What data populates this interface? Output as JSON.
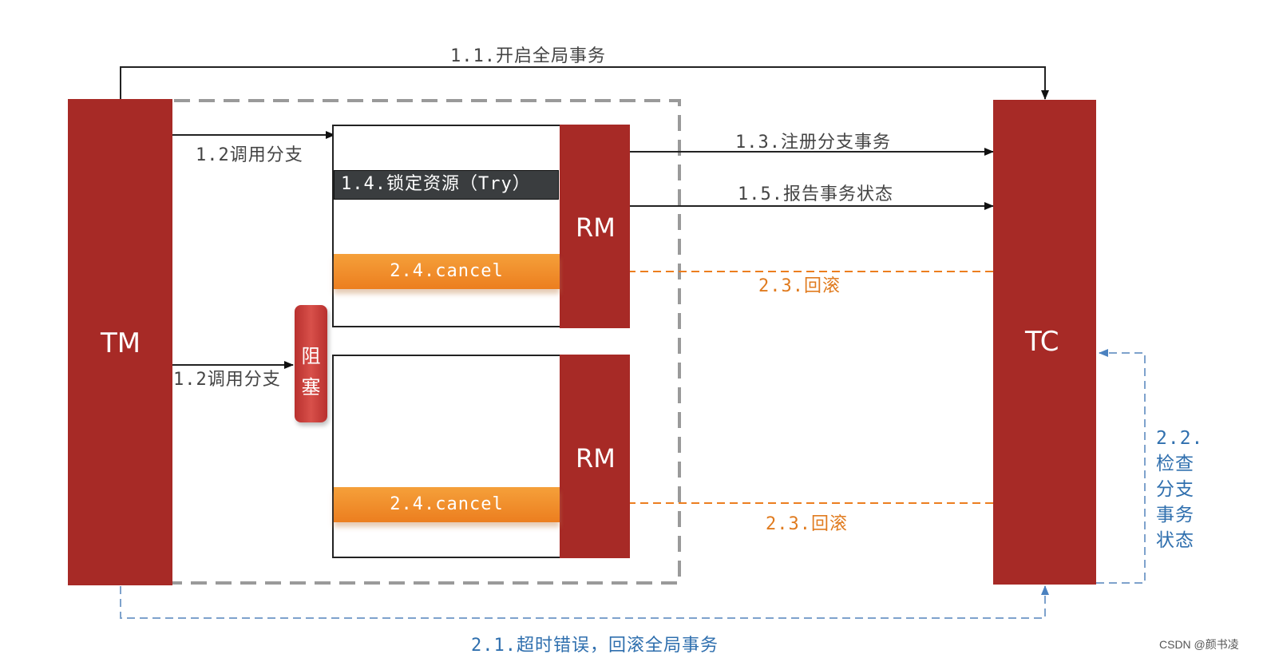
{
  "colors": {
    "pillar": "#a72a26",
    "orange": "#ec7e1f",
    "blue": "#2f6fae",
    "dark_bar": "#3a3d3f"
  },
  "pillars": {
    "tm": "TM",
    "tc": "TC"
  },
  "rm": {
    "top": "RM",
    "bottom": "RM"
  },
  "arrows": {
    "begin_global": "1.1.开启全局事务",
    "call_branch_1": "1.2调用分支",
    "call_branch_2": "1.2调用分支",
    "register_branch": "1.3.注册分支事务",
    "report_status": "1.5.报告事务状态",
    "rollback_top": "2.3.回滚",
    "rollback_bottom": "2.3.回滚",
    "timeout_rollback": "2.1.超时错误，回滚全局事务"
  },
  "bars": {
    "lock_try": "1.4.锁定资源（Try）",
    "cancel_top": "2.4.cancel",
    "cancel_bottom": "2.4.cancel"
  },
  "block": {
    "line1": "阻",
    "line2": "塞"
  },
  "check": {
    "line1": "2.2.",
    "line2": "检查",
    "line3": "分支",
    "line4": "事务",
    "line5": "状态"
  },
  "watermark": "CSDN @颜书凌"
}
